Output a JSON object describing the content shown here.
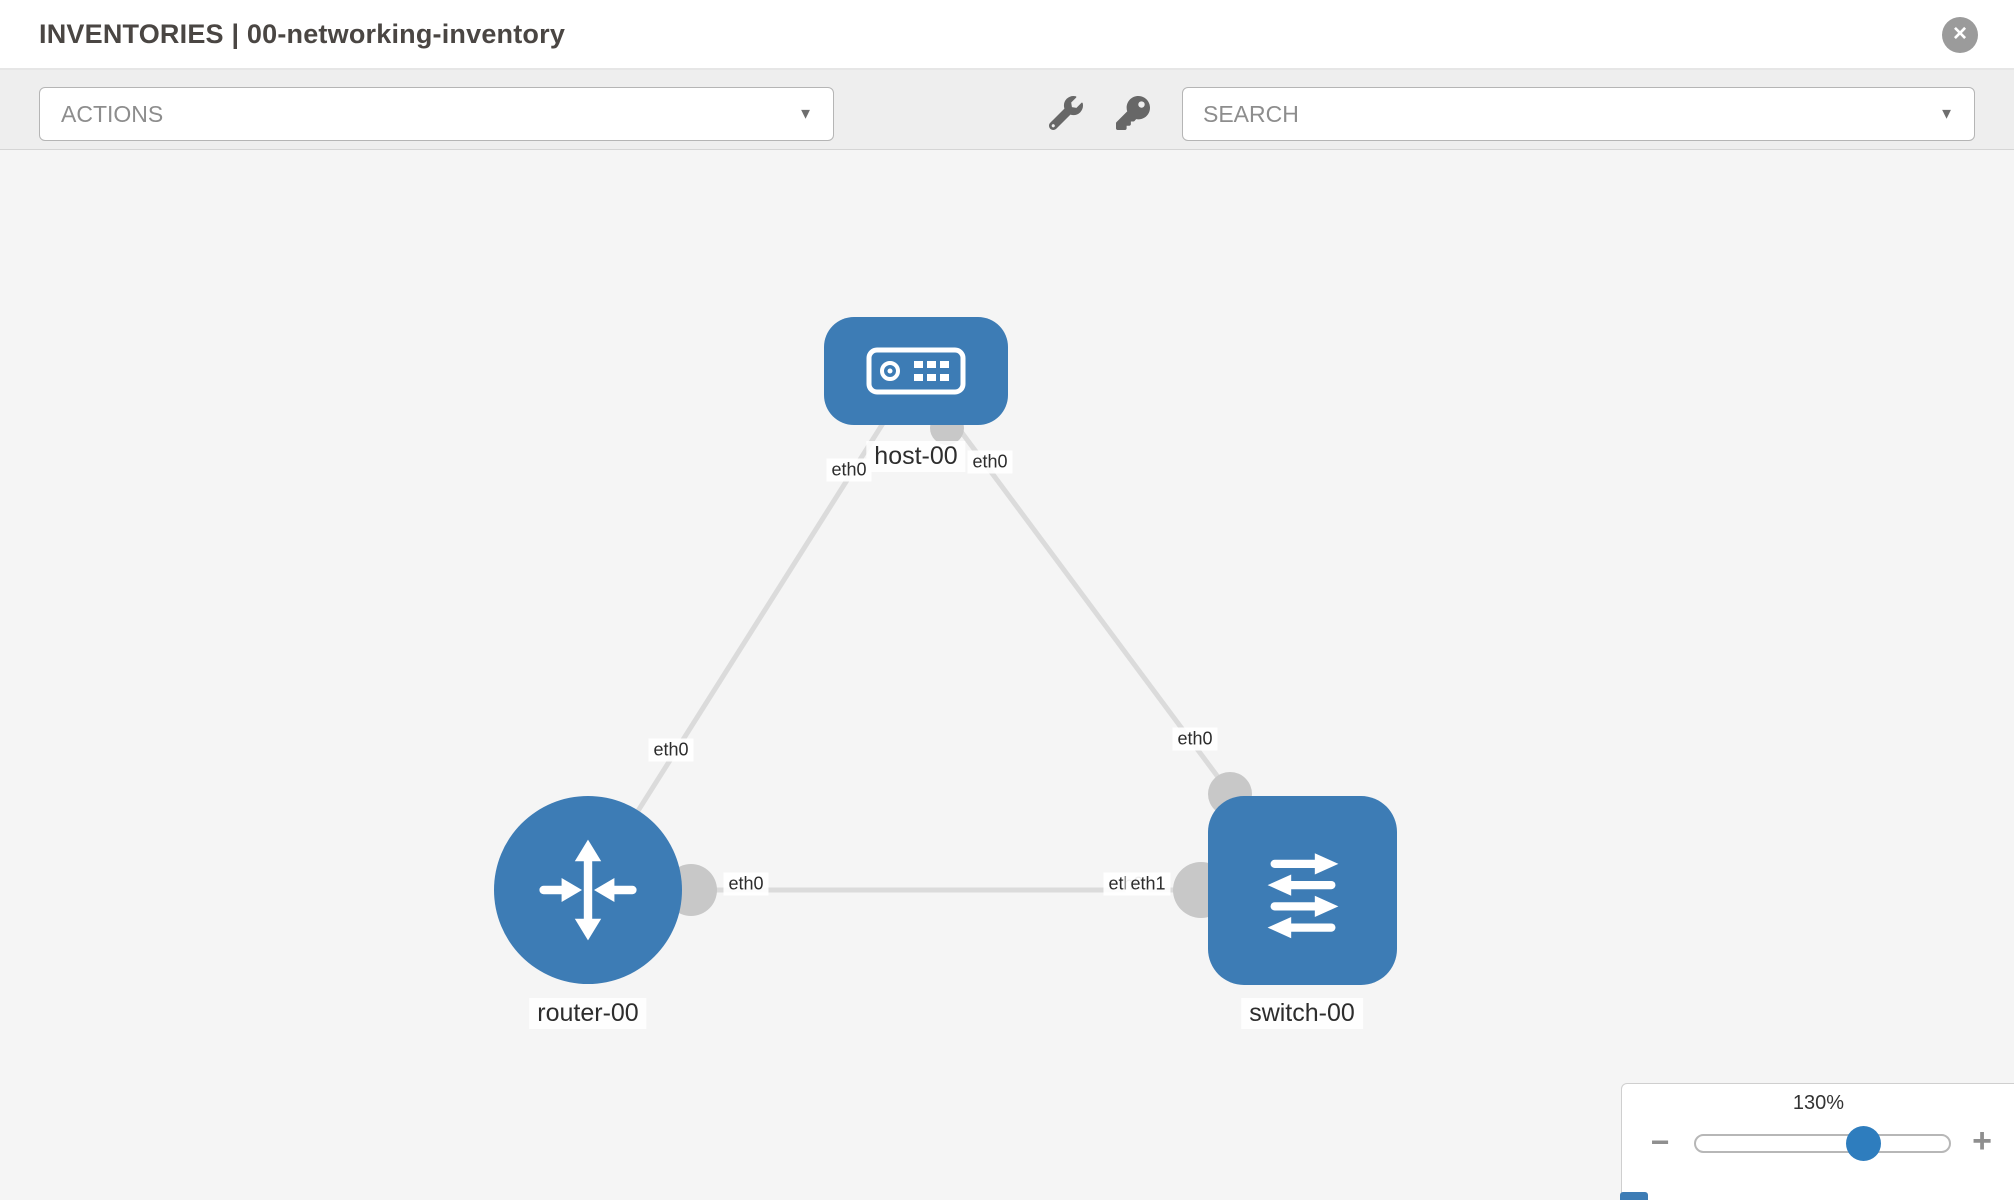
{
  "header": {
    "title": "INVENTORIES | 00-networking-inventory"
  },
  "toolbar": {
    "actions_label": "ACTIONS",
    "search_placeholder": "SEARCH"
  },
  "icons": {
    "close": "×",
    "chevron_down": "▼",
    "minus": "−",
    "plus": "+"
  },
  "diagram": {
    "nodes": [
      {
        "id": "host-00",
        "type": "host",
        "label": "host-00"
      },
      {
        "id": "router-00",
        "type": "router",
        "label": "router-00"
      },
      {
        "id": "switch-00",
        "type": "switch",
        "label": "switch-00"
      }
    ],
    "links": [
      {
        "from": "host-00",
        "to": "router-00",
        "from_label": "eth0",
        "to_label": "eth0"
      },
      {
        "from": "host-00",
        "to": "switch-00",
        "from_label": "eth0",
        "to_label": "eth0"
      },
      {
        "from": "router-00",
        "to": "switch-00",
        "from_label": "eth0",
        "to_label": "eth1",
        "to_label_obscured": "eth0"
      }
    ]
  },
  "zoom": {
    "level": "130%"
  },
  "colors": {
    "node_blue": "#3d7cb5",
    "link_gray": "#dbdbdb",
    "connector_gray": "#c8c8c8",
    "slider_blue": "#2e7dbe",
    "toolbar_bg": "#eeeeee",
    "canvas_bg": "#f5f5f5"
  }
}
